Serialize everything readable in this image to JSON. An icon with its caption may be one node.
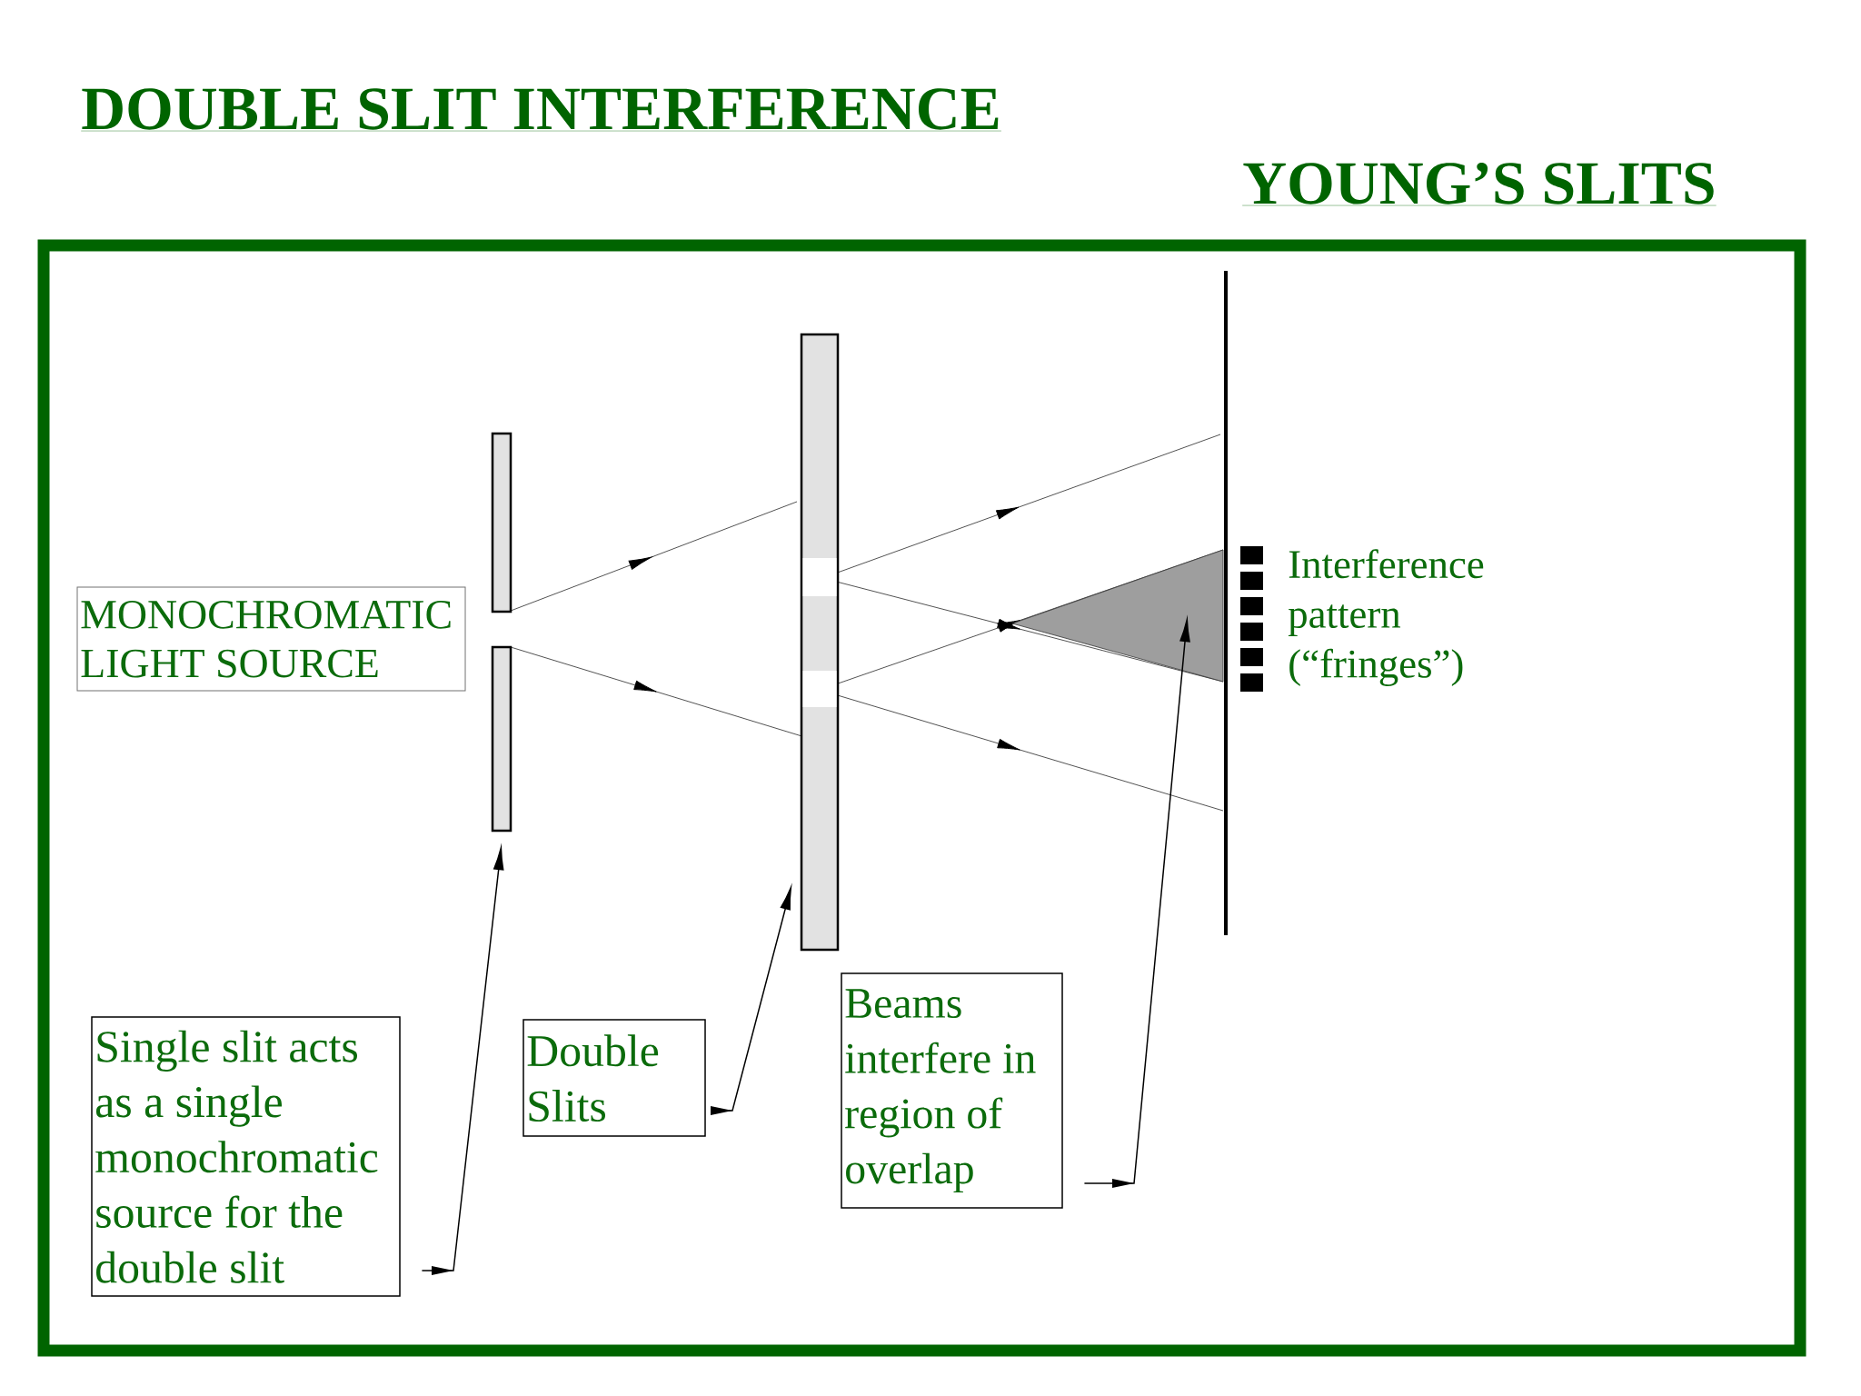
{
  "diagram": {
    "title": "DOUBLE SLIT INTERFERENCE",
    "nodes": [
      {
        "text": [
          "MONOCHROMATIC LIGHT SOURCE"
        ]
      },
      {
        "text": [],
        "shape": "bar"
      },
      {
        "text": [],
        "shape": "bar"
      },
      {
        "text": [],
        "shape": "bar"
      },
      {
        "text": [],
        "shape": "triangle"
      },
      {
        "text": [
          "Single slit acts as a single monochromatic source for the double slit"
        ]
      },
      {
        "text": [
          "Double Slits"
        ]
      },
      {
        "text": [
          "Beams interfere in region of overlap"
        ]
      }
    ],
    "edges": [
      {
        "from": 5,
        "to": 2,
        "arrow": "to"
      },
      {
        "from": 6,
        "to": 3,
        "arrow": "to"
      },
      {
        "from": 7,
        "to": 4,
        "arrow": "to"
      }
    ],
    "labels": [
      "YOUNG’S SLITS",
      "Interference pattern (“fringes”)"
    ]
  }
}
